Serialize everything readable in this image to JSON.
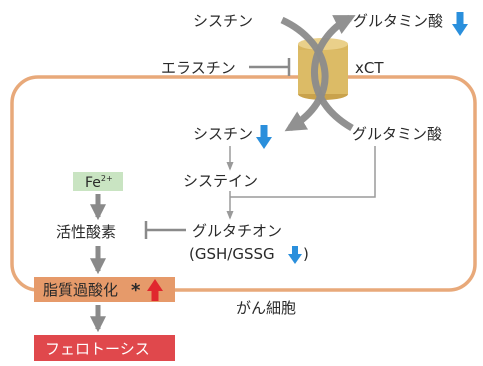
{
  "labels": {
    "cystine_out": "シスチン",
    "glutamate_out": "グルタミン酸",
    "erastin": "エラスチン",
    "xct": "xCT",
    "cystine_in": "シスチン",
    "glutamate_in": "グルタミン酸",
    "cysteine": "システイン",
    "fe": "Fe",
    "fe_charge": "2+",
    "ros": "活性酸素",
    "glutathione": "グルタチオン",
    "gsh_ratio": "(GSH/GSSG",
    "gsh_ratio_close": ")",
    "lipid_peroxidation": "脂質過酸化",
    "asterisk": "*",
    "cancer_cell": "がん細胞",
    "ferroptosis": "フェロトーシス"
  },
  "colors": {
    "cell_border": "#e8a97a",
    "lipid_box": "#e69a6a",
    "fe_box": "#c9e4c2",
    "ferroptosis_box": "#e0484c",
    "down_arrow": "#2a8fdc",
    "up_arrow": "#e0262e",
    "transporter": "#d9b65f",
    "gray_arrow": "#8a8a8a"
  },
  "indicators": {
    "glutamate_out": "down",
    "cystine_in": "down",
    "gsh_ratio": "down",
    "lipid_peroxidation": "up"
  }
}
